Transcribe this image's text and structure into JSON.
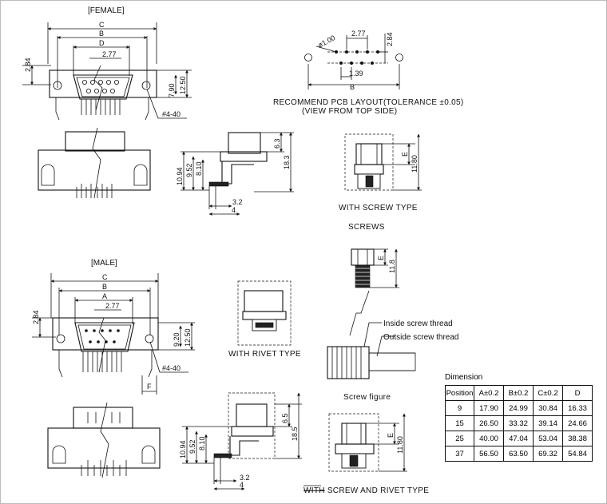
{
  "female_title": "[FEMALE]",
  "male_title": "[MALE]",
  "pcb": {
    "caption_line1": "RECOMMEND PCB LAYOUT(TOLERANCE ±0.05)",
    "caption_line2": "(VIEW FROM TOP SIDE)",
    "dim_hole": "ø1.00",
    "dim_pitch": "2.77",
    "dim_row": "2.84",
    "dim_139": "1.39",
    "dim_b": "B"
  },
  "female_dims": {
    "c": "C",
    "b": "B",
    "d": "D",
    "pitch": "2.77",
    "h284": "2.84",
    "h790": "7.90",
    "h1250": "12.50",
    "screw": "#4-40"
  },
  "female_side_dims": {
    "d1094": "10.94",
    "d952": "9.52",
    "d810": "8.10",
    "d63": "6.3",
    "d183": "18.3",
    "d32": "3.2",
    "d4": "4"
  },
  "screw_type": {
    "label": "WITH SCREW TYPE",
    "e": "E",
    "d1180": "11.80"
  },
  "screws": {
    "title": "SCREWS",
    "e": "E",
    "d118": "11.8",
    "inside": "Inside screw thread",
    "outside": "Outside screw thread",
    "figure": "Screw figure"
  },
  "male_dims": {
    "c": "C",
    "b": "B",
    "a": "A",
    "pitch": "2.77",
    "h284": "2.84",
    "h920": "9.20",
    "h1250": "12.50",
    "screw": "#4-40",
    "f": "F"
  },
  "rivet": {
    "label": "WITH RIVET TYPE"
  },
  "male_side_dims": {
    "d1094": "10.94",
    "d952": "9.52",
    "d810": "8.10",
    "d65": "6.5",
    "d185": "18.5",
    "d32": "3.2",
    "d4": "4"
  },
  "screw_rivet": {
    "label_strike": "WITH",
    "label_rest": " SCREW AND RIVET TYPE",
    "e": "E",
    "d1180": "11.80"
  },
  "dimension_table": {
    "title": "Dimension",
    "headers": [
      "Position",
      "A±0.2",
      "B±0.2",
      "C±0.2",
      "D"
    ],
    "rows": [
      [
        "9",
        "17.90",
        "24.99",
        "30.84",
        "16.33"
      ],
      [
        "15",
        "26.50",
        "33.32",
        "39.14",
        "24.66"
      ],
      [
        "25",
        "40.00",
        "47.04",
        "53.04",
        "38.38"
      ],
      [
        "37",
        "56.50",
        "63.50",
        "69.32",
        "54.84"
      ]
    ]
  }
}
